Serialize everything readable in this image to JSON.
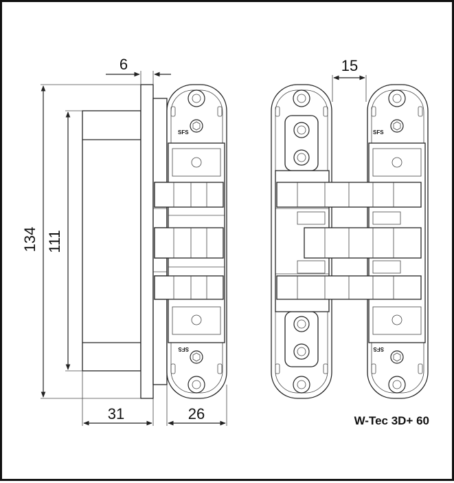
{
  "dimensions": {
    "top_left": "6",
    "top_right": "15",
    "height_outer": "134",
    "height_inner": "111",
    "width_left": "31",
    "width_right": "26"
  },
  "model_label": "W-Tec 3D+ 60",
  "brand_marks": [
    "SFS",
    "SFS",
    "SFS",
    "SFS"
  ]
}
